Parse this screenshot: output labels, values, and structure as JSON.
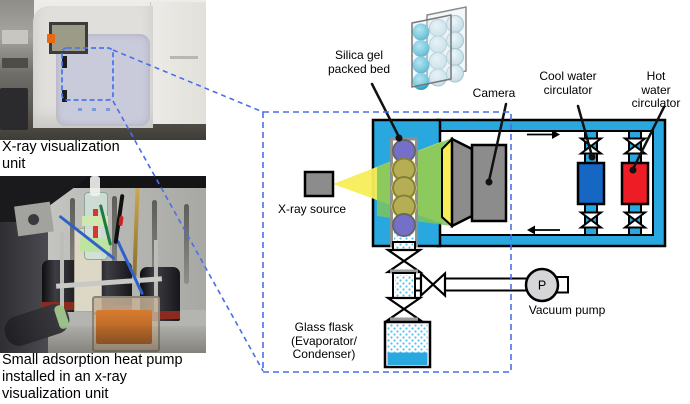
{
  "captions": {
    "top_photo": "X-ray visualization\nunit",
    "bottom_photo": "Small adsorption heat pump\ninstalled in an x-ray\nvisualization unit"
  },
  "diagram_labels": {
    "silica_gel": "Silica gel\npacked bed",
    "camera": "Camera",
    "cool_water": "Cool water\ncirculator",
    "hot_water": "Hot water\ncirculator",
    "xray_source": "X-ray source",
    "glass_flask": "Glass flask\n(Evaporator/\nCondenser)",
    "vacuum_pump": "Vacuum pump",
    "pump_letter": "P"
  },
  "colors": {
    "pipe_cyan": "#29A8E0",
    "cool_circulator_blue": "#1666C4",
    "hot_circulator_red": "#EE1C25",
    "beam_yellow": "#F7EE58",
    "beam_green": "#7CC45E",
    "bead_purple": "#7470CA",
    "bead_olive": "#B6AE55",
    "camera_gray": "#8C8C8C",
    "callout_dash_blue": "#4A6FE8",
    "liquid_cyan": "#29A8E0",
    "sphere_teal": "#3FB4D6"
  }
}
